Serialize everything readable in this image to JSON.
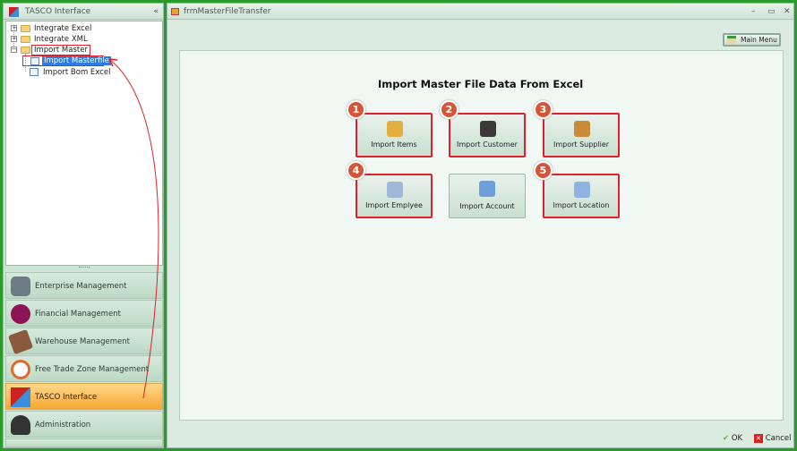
{
  "left_panel": {
    "title": "TASCO Interface",
    "collapse": "«",
    "tree": [
      {
        "label": "Integrate Excel",
        "expander": "+"
      },
      {
        "label": "Integrate XML",
        "expander": "+"
      },
      {
        "label": "Import Master",
        "expander": "−"
      },
      {
        "label": "Import Masterfile",
        "selected": true
      },
      {
        "label": "Import Bom Excel"
      }
    ],
    "nav": [
      {
        "label": "Enterprise Management",
        "icon": "gear-icon"
      },
      {
        "label": "Financial Management",
        "icon": "bank-icon"
      },
      {
        "label": "Warehouse Management",
        "icon": "handtruck-icon"
      },
      {
        "label": "Free Trade Zone Management",
        "icon": "handshake-icon"
      },
      {
        "label": "TASCO Interface",
        "icon": "tasco-icon",
        "active": true
      },
      {
        "label": "Administration",
        "icon": "admin-icon"
      }
    ]
  },
  "window": {
    "title": "frmMasterFileTransfer",
    "minimize": "–",
    "maximize": "▭",
    "close": "✕",
    "main_menu": "Main Menu",
    "heading": "Import Master File Data From Excel",
    "tiles": [
      {
        "label": "Import Items",
        "badge": "1",
        "icon": "boxes-icon"
      },
      {
        "label": "Import Customer",
        "badge": "2",
        "icon": "customer-icon"
      },
      {
        "label": "Import Supplier",
        "badge": "3",
        "icon": "supplier-icon"
      },
      {
        "label": "Import Emplyee",
        "badge": "4",
        "icon": "employee-icon"
      },
      {
        "label": "Import Account",
        "badge": "",
        "icon": "account-icon"
      },
      {
        "label": "Import Location",
        "badge": "5",
        "icon": "location-icon"
      }
    ],
    "ok": "OK",
    "cancel": "Cancel"
  },
  "colors": {
    "highlight": "#e0202a",
    "badge": "#d4563a",
    "active_nav": "#f7a733"
  }
}
